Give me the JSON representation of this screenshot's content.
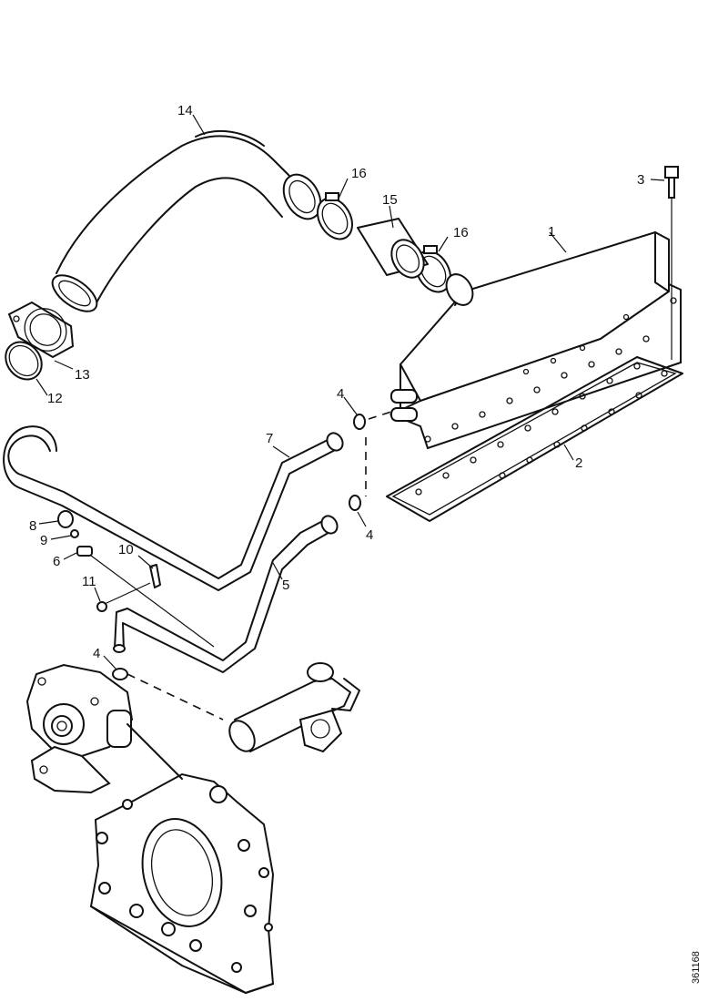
{
  "callouts": [
    {
      "id": "p1",
      "text": "1"
    },
    {
      "id": "p2",
      "text": "2"
    },
    {
      "id": "p3",
      "text": "3"
    },
    {
      "id": "p4a",
      "text": "4"
    },
    {
      "id": "p4b",
      "text": "4"
    },
    {
      "id": "p4c",
      "text": "4"
    },
    {
      "id": "p5",
      "text": "5"
    },
    {
      "id": "p6",
      "text": "6"
    },
    {
      "id": "p7",
      "text": "7"
    },
    {
      "id": "p8",
      "text": "8"
    },
    {
      "id": "p9",
      "text": "9"
    },
    {
      "id": "p10",
      "text": "10"
    },
    {
      "id": "p11",
      "text": "11"
    },
    {
      "id": "p12",
      "text": "12"
    },
    {
      "id": "p13",
      "text": "13"
    },
    {
      "id": "p14",
      "text": "14"
    },
    {
      "id": "p15",
      "text": "15"
    },
    {
      "id": "p16a",
      "text": "16"
    },
    {
      "id": "p16b",
      "text": "16"
    }
  ],
  "reference_number": "361168"
}
